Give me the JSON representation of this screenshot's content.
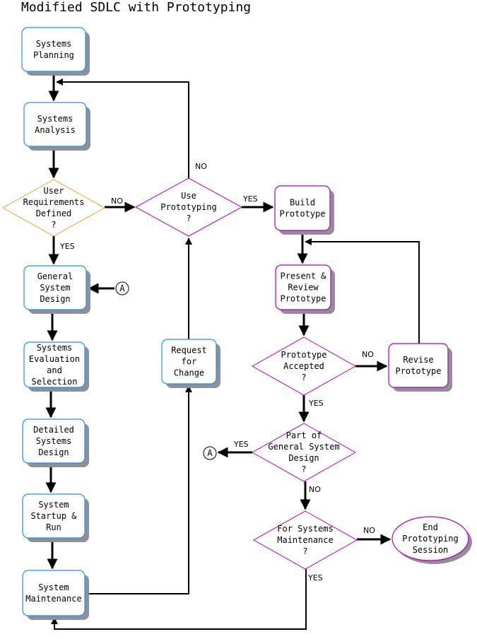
{
  "title": "Modified SDLC with Prototyping",
  "colors": {
    "sdlc_border": "#1e90ff",
    "proto_border": "#b000c0",
    "decision_sdlc": "#f0a030",
    "decision_proto": "#b000c0",
    "shadow": "#909090",
    "line": "#000000"
  },
  "nodes": {
    "systems_planning": [
      "Systems",
      "Planning"
    ],
    "systems_analysis": [
      "Systems",
      "Analysis"
    ],
    "user_requirements": [
      "User",
      "Requirements",
      "Defined",
      "?"
    ],
    "use_prototyping": [
      "Use",
      "Prototyping",
      "?"
    ],
    "build_prototype": [
      "Build",
      "Prototype"
    ],
    "present_review": [
      "Present &",
      "Review",
      "Prototype"
    ],
    "prototype_accepted": [
      "Prototype",
      "Accepted",
      "?"
    ],
    "revise_prototype": [
      "Revise",
      "Prototype"
    ],
    "general_system_design": [
      "General",
      "System",
      "Design"
    ],
    "systems_evaluation": [
      "Systems",
      "Evaluation",
      "and",
      "Selection"
    ],
    "detailed_systems_design": [
      "Detailed",
      "Systems",
      "Design"
    ],
    "system_startup": [
      "System",
      "Startup &",
      "Run"
    ],
    "system_maintenance": [
      "System",
      "Maintenance"
    ],
    "request_for_change": [
      "Request",
      "for",
      "Change"
    ],
    "part_of_gsd": [
      "Part of",
      "General System",
      "Design",
      "?"
    ],
    "for_maintenance": [
      "For Systems",
      "Maintenance",
      "?"
    ],
    "end_session": [
      "End",
      "Prototyping",
      "Session"
    ]
  },
  "connector_label": "A",
  "edge_labels": {
    "yes": "YES",
    "no": "NO"
  }
}
